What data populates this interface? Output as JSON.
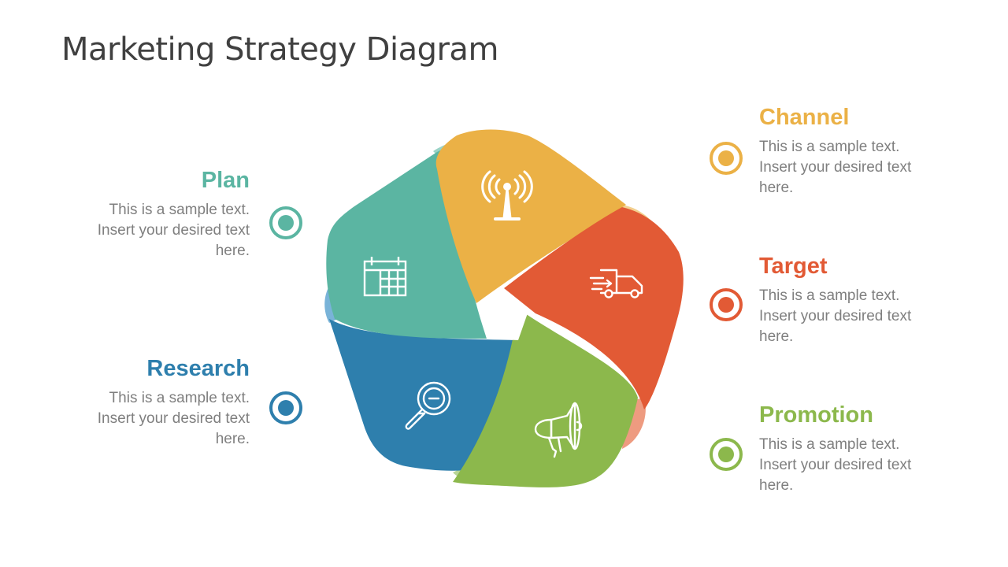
{
  "title": "Marketing Strategy Diagram",
  "colors": {
    "plan": "#5bb5a2",
    "research": "#2e7fad",
    "channel": "#ebb146",
    "target": "#e25a35",
    "promotion": "#8cb84c",
    "body_text": "#7f7f7f",
    "title_text": "#404040"
  },
  "segments": [
    {
      "id": "channel",
      "label": "Channel",
      "icon": "radio-tower-icon",
      "text": "This is a sample text. Insert your desired text here.",
      "text_lines": [
        "This is a sample text.",
        "Insert your desired text",
        "here."
      ],
      "color": "#ebb146",
      "side": "right"
    },
    {
      "id": "target",
      "label": "Target",
      "icon": "delivery-truck-icon",
      "text": "This is a sample text. Insert your desired text here.",
      "text_lines": [
        "This is a sample text.",
        "Insert your desired text",
        "here."
      ],
      "color": "#e25a35",
      "side": "right"
    },
    {
      "id": "promotion",
      "label": "Promotion",
      "icon": "megaphone-icon",
      "text": "This is a sample text. Insert your desired text here.",
      "text_lines": [
        "This is a sample text.",
        "Insert your desired text",
        "here."
      ],
      "color": "#8cb84c",
      "side": "right"
    },
    {
      "id": "research",
      "label": "Research",
      "icon": "magnifier-icon",
      "text": "This is a sample text. Insert your desired text here.",
      "text_lines": [
        "This is a sample text.",
        "Insert your desired text",
        "here."
      ],
      "color": "#2e7fad",
      "side": "left"
    },
    {
      "id": "plan",
      "label": "Plan",
      "icon": "calendar-icon",
      "text": "This is a sample text. Insert your desired text here.",
      "text_lines": [
        "This is a sample text.",
        "Insert your desired text",
        "here."
      ],
      "color": "#5bb5a2",
      "side": "left"
    }
  ]
}
